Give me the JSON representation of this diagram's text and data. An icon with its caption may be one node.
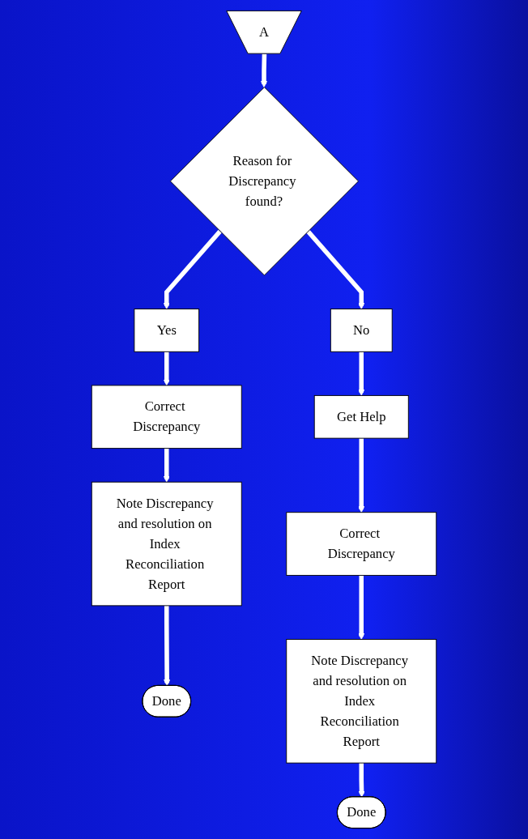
{
  "diagram": {
    "nodes": [
      {
        "text": [
          "A"
        ]
      },
      {
        "text": [
          "Reason for Discrepancy found?"
        ]
      },
      {
        "text": [
          "Yes"
        ]
      },
      {
        "text": [
          "No"
        ]
      },
      {
        "text": [
          "Correct Discrepancy"
        ]
      },
      {
        "text": [
          "Note Discrepancy and resolution on Index Reconciliation Report"
        ]
      },
      {
        "text": [
          "Done"
        ]
      },
      {
        "text": [
          "Get Help"
        ]
      },
      {
        "text": [
          "Correct Discrepancy"
        ]
      },
      {
        "text": [
          "Note Discrepancy and resolution on Index Reconciliation Report"
        ]
      },
      {
        "text": [
          "Done"
        ]
      }
    ],
    "edges": [
      {
        "from": 0,
        "to": 1,
        "arrow": "to"
      },
      {
        "from": 1,
        "to": 2,
        "arrow": "to"
      },
      {
        "from": 1,
        "to": 3,
        "arrow": "to"
      },
      {
        "from": 2,
        "to": 4,
        "arrow": "to"
      },
      {
        "from": 4,
        "to": 5,
        "arrow": "to"
      },
      {
        "from": 5,
        "to": 6,
        "arrow": "to"
      },
      {
        "from": 3,
        "to": 7,
        "arrow": "to"
      },
      {
        "from": 7,
        "to": 8,
        "arrow": "to"
      },
      {
        "from": 8,
        "to": 9,
        "arrow": "to"
      },
      {
        "from": 9,
        "to": 10,
        "arrow": "to"
      }
    ]
  }
}
